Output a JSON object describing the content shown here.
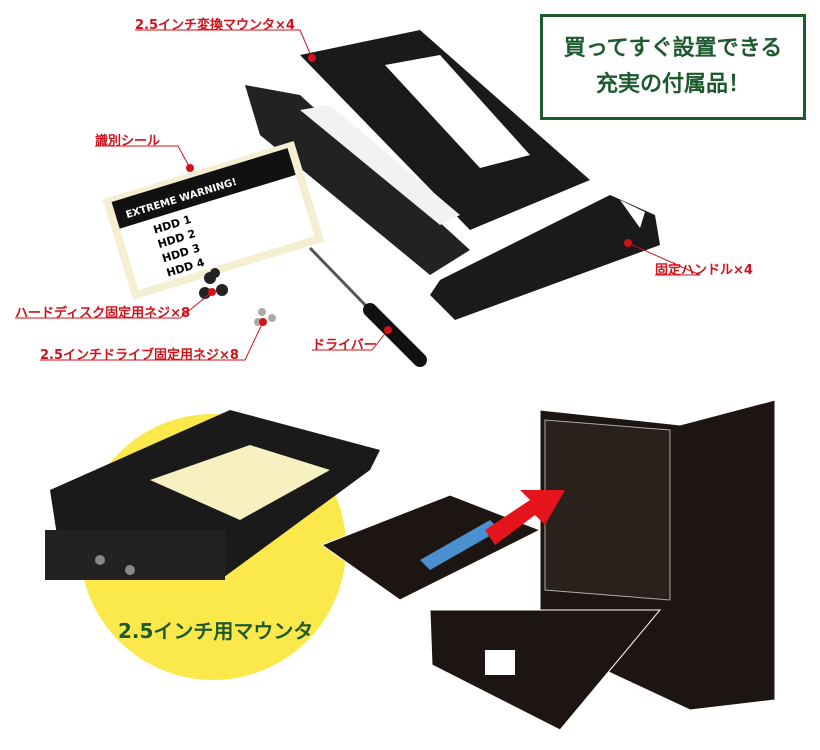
{
  "headline": {
    "line1": "買ってすぐ設置できる",
    "line2": "充実の付属品！",
    "color": "#1d5a2e"
  },
  "labels": {
    "mounter": "2.5インチ変換マウンタ×4",
    "sticker": "識別シール",
    "hdd_screws": "ハードディスク固定用ネジ×8",
    "drive_screws": "2.5インチドライブ固定用ネジ×8",
    "driver": "ドライバー",
    "handle": "固定ハンドル×4",
    "label_color": "#d0121b"
  },
  "sticker": {
    "warning": "EXTREME WARNING!",
    "slots": [
      "HDD 1",
      "HDD 2",
      "HDD 3",
      "HDD 4"
    ]
  },
  "mount_caption": "2.5インチ用マウンタ",
  "circle_color": "#fbe84a"
}
